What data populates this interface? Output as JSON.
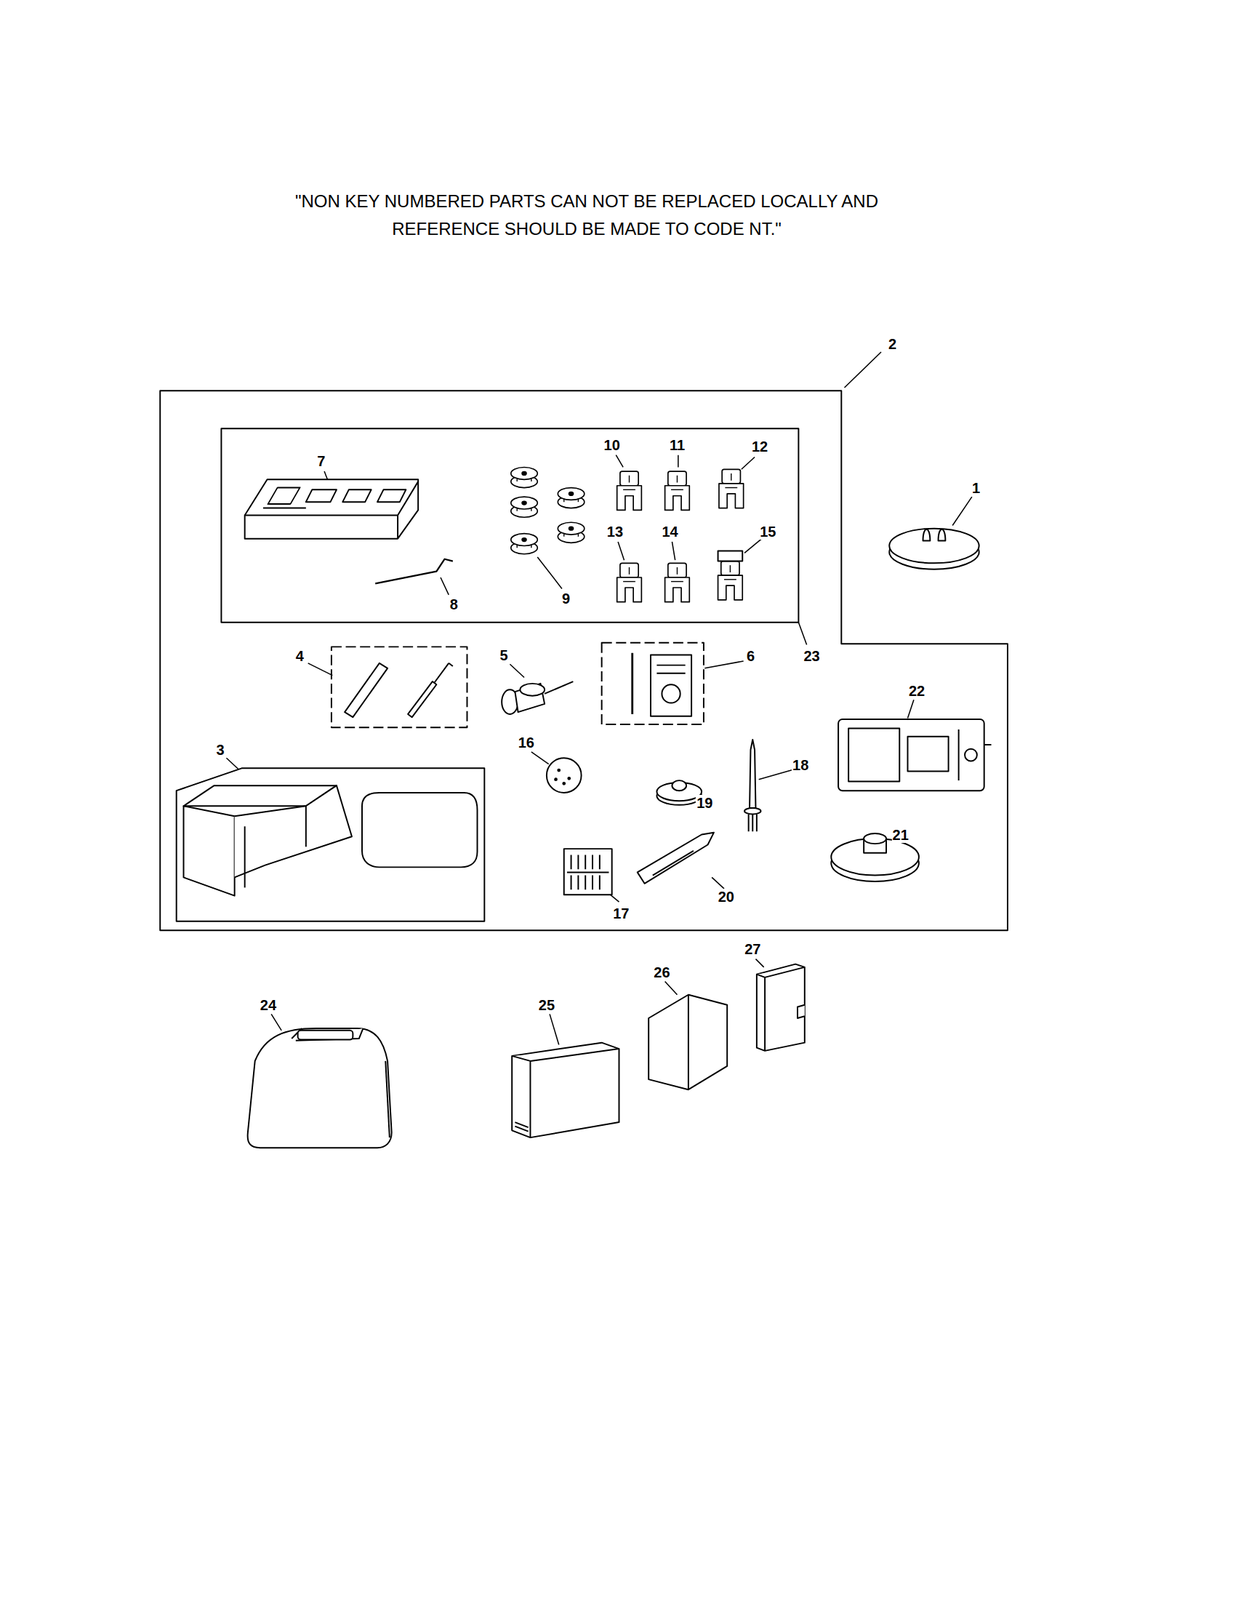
{
  "diagram": {
    "labels": [
      "\"NON KEY NUMBERED PARTS CAN NOT BE REPLACED LOCALLY AND REFERENCE SHOULD BE MADE TO CODE NT.\"",
      "2",
      "1",
      "7",
      "10",
      "11",
      "12",
      "8",
      "9",
      "13",
      "14",
      "15",
      "23",
      "4",
      "5",
      "6",
      "22",
      "3",
      "16",
      "19",
      "18",
      "21",
      "20",
      "17",
      "27",
      "26",
      "24",
      "25"
    ]
  }
}
